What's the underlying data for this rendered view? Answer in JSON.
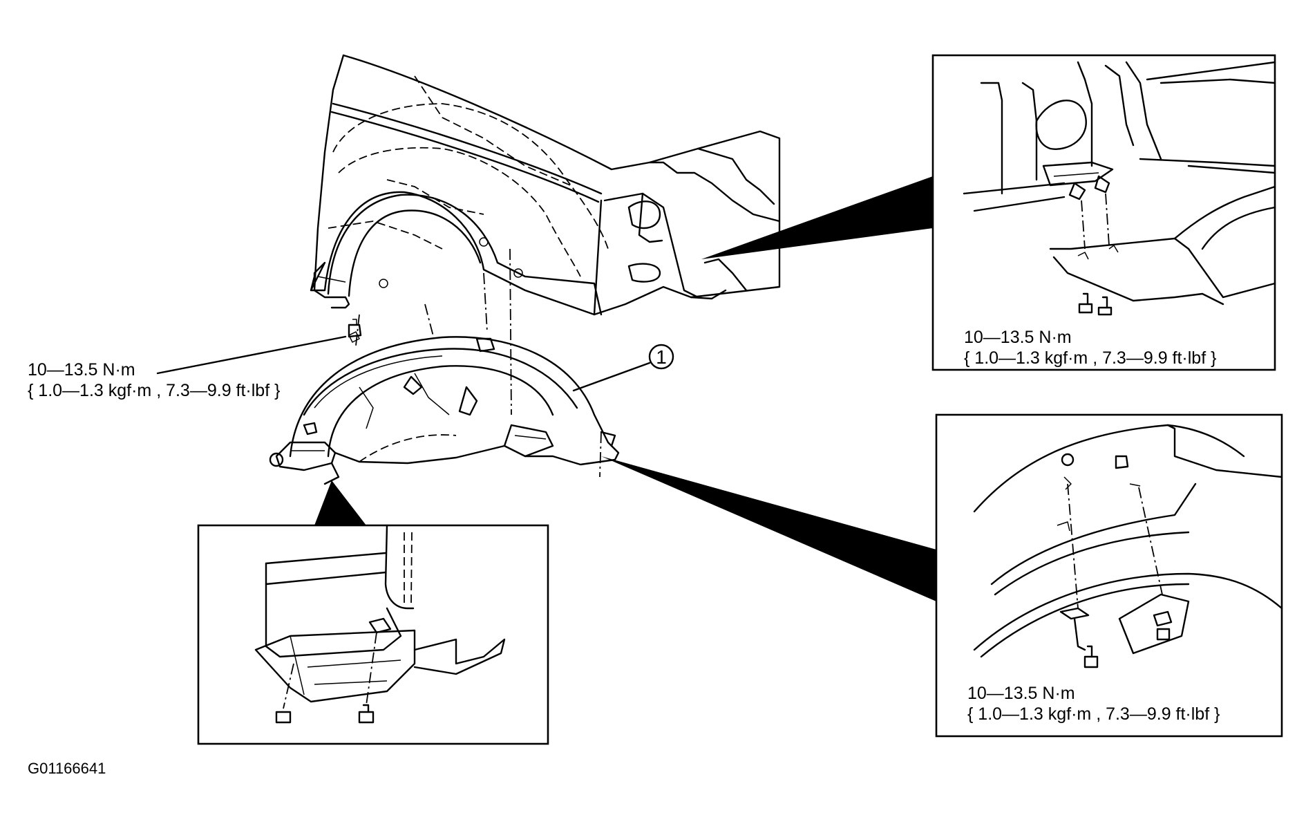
{
  "figure_id": "G01166641",
  "callout": "1",
  "torque_main": {
    "line1": "10—13.5 N·m",
    "line2": "{ 1.0—1.3 kgf·m , 7.3—9.9 ft·lbf }"
  },
  "torque_detail_top_right": {
    "line1": "10—13.5 N·m",
    "line2": "{ 1.0—1.3 kgf·m , 7.3—9.9 ft·lbf }"
  },
  "torque_detail_bottom_right": {
    "line1": "10—13.5 N·m",
    "line2": "{ 1.0—1.3 kgf·m , 7.3—9.9 ft·lbf }"
  }
}
